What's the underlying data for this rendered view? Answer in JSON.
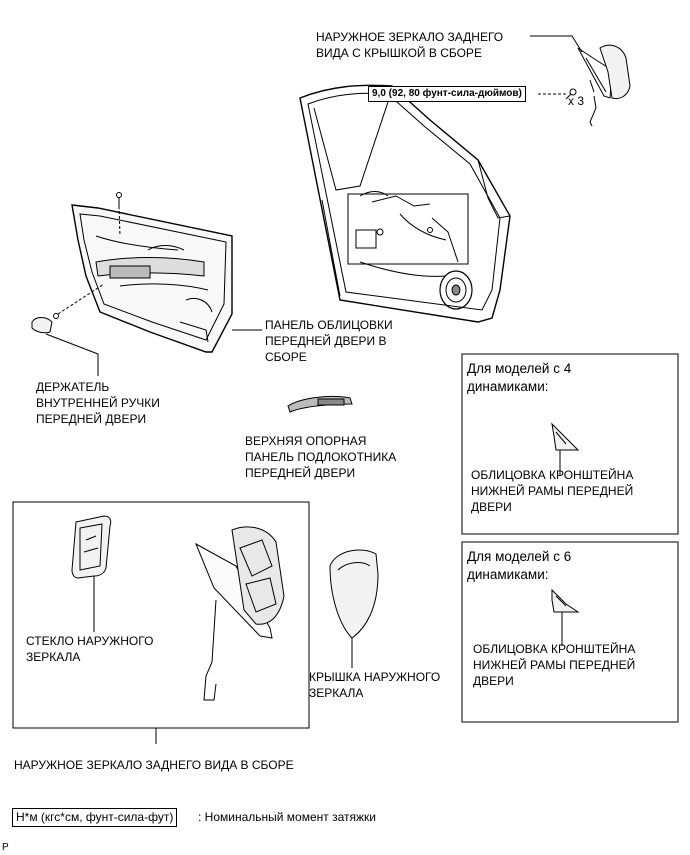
{
  "labels": {
    "mirror_assy_cover_l1": "НАРУЖНОЕ ЗЕРКАЛО ЗАДНЕГО",
    "mirror_assy_cover_l2": "ВИДА С КРЫШКОЙ В СБОРЕ",
    "torque_value": "9,0 (92, 80 фунт-сила-дюймов)",
    "screw_qty": "x 3",
    "door_trim_l1": "ПАНЕЛЬ ОБЛИЦОВКИ",
    "door_trim_l2": "ПЕРЕДНЕЙ ДВЕРИ В",
    "door_trim_l3": "СБОРЕ",
    "handle_holder_l1": "ДЕРЖАТЕЛЬ",
    "handle_holder_l2": "ВНУТРЕННЕЙ РУЧКИ",
    "handle_holder_l3": "ПЕРЕДНЕЙ ДВЕРИ",
    "armrest_l1": "ВЕРХНЯЯ ОПОРНАЯ",
    "armrest_l2": "ПАНЕЛЬ ПОДЛОКОТНИКА",
    "armrest_l3": "ПЕРЕДНЕЙ ДВЕРИ",
    "mirror_glass_l1": "СТЕКЛО НАРУЖНОГО",
    "mirror_glass_l2": "ЗЕРКАЛА",
    "mirror_cover_l1": "КРЫШКА НАРУЖНОГО",
    "mirror_cover_l2": "ЗЕРКАЛА",
    "mirror_assy": "НАРУЖНОЕ ЗЕРКАЛО ЗАДНЕГО ВИДА В СБОРЕ",
    "p_mark": "P"
  },
  "box_4speakers": {
    "title_l1": "Для моделей с 4",
    "title_l2": "динамиками:",
    "part_l1": "ОБЛИЦОВКА КРОНШТЕЙНА",
    "part_l2": "НИЖНЕЙ РАМЫ ПЕРЕДНЕЙ",
    "part_l3": "ДВЕРИ"
  },
  "box_6speakers": {
    "title_l1": "Для моделей с 6",
    "title_l2": "динамиками:",
    "part_l1": "ОБЛИЦОВКА КРОНШТЕЙНА",
    "part_l2": "НИЖНЕЙ РАМЫ ПЕРЕДНЕЙ",
    "part_l3": "ДВЕРИ"
  },
  "legend": {
    "unit": "Н*м (кгс*см, фунт-сила-фут)",
    "desc": ": Номинальный момент затяжки"
  }
}
